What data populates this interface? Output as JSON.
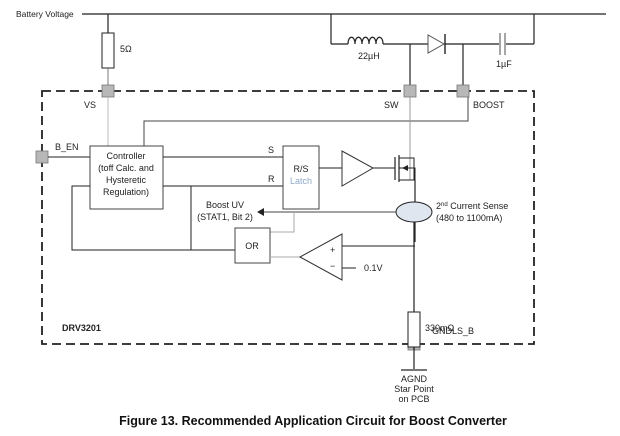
{
  "figure": {
    "caption": "Figure 13.  Recommended Application Circuit for Boost Converter"
  },
  "supply": {
    "label": "Battery Voltage"
  },
  "components": {
    "resistor_vs": "5Ω",
    "inductor": "22µH",
    "capacitor": "1µF",
    "sense_resistor": "330mΩ"
  },
  "pins": {
    "vs": "VS",
    "sw": "SW",
    "boost": "BOOST",
    "b_en": "B_EN",
    "gndls_b": "GNDLS_B"
  },
  "chip": {
    "name": "DRV3201"
  },
  "blocks": {
    "controller": [
      "Controller",
      "(toff Calc. and",
      "Hysteretic",
      "Regulation)"
    ],
    "latch_title": "R/S",
    "latch_sub": "Latch",
    "latch_s": "S",
    "latch_r": "R",
    "or_gate": "OR",
    "comparator_plus": "+",
    "comparator_minus": "−",
    "reference": "0.1V"
  },
  "signals": {
    "boost_uv_line1": "Boost UV",
    "boost_uv_line2": "(STAT1, Bit 2)",
    "current_sense_prefix": "2",
    "current_sense_sup": "nd",
    "current_sense_rest": " Current Sense",
    "current_sense_range": "(480 to 1100mA)"
  },
  "ground": {
    "line1": "AGND",
    "line2": "Star Point",
    "line3": "on PCB"
  },
  "colors": {
    "pin_fill": "#b8b8b8",
    "sense_fill": "#dfe6f0",
    "wire": "#222222",
    "wire_light": "#aaaaaa"
  }
}
